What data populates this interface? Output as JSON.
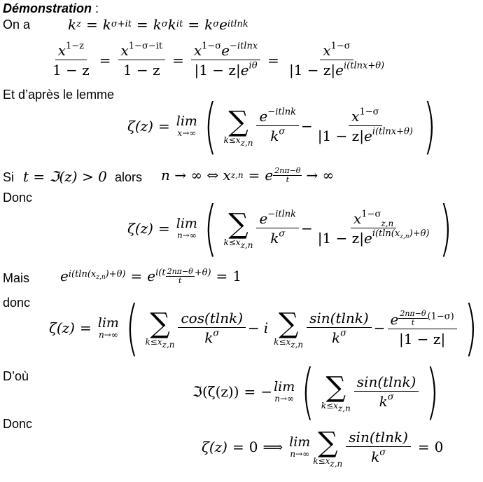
{
  "labels": {
    "title": "Démonstration",
    "title_suffix": " :",
    "on_a": "On a",
    "et_dapres": "Et d’après le lemme",
    "si": "Si",
    "alors": "alors",
    "donc1": "Donc",
    "mais": "Mais",
    "donc2": "donc",
    "dou": "D’où",
    "donc3": "Donc"
  },
  "equations": {
    "eq1": "k^z = k^{σ+it} = k^σ k^{it} = k^σ e^{itlnk}",
    "eq2": "x^{1−z}/(1−z) = x^{1−σ−it}/(1−z) = x^{1−σ} e^{−itlnx}/(|1−z| e^{iθ}) = x^{1−σ}/(|1−z| e^{i(tlnx+θ)})",
    "eq3": "ζ(z) = lim_{x→∞} ( Σ_{k≤x_{z,n}} e^{−itlnk}/k^σ − x^{1−σ}/(|1−z| e^{i(tlnx+θ)}) )",
    "eq4": "t = ℑ(z) > 0 ; n → ∞ ⇔ x_{z,n} = e^{(2nπ−θ)/t} → ∞",
    "eq5": "ζ(z) = lim_{n→∞} ( Σ_{k≤x_{z,n}} e^{−itlnk}/k^σ − x_{z,n}^{1−σ}/(|1−z| e^{i(tln(x_{z,n})+θ)}) )",
    "eq6": "e^{i(tln(x_{z,n})+θ)} = e^{i(t(2nπ−θ)/t+θ)} = 1",
    "eq7": "ζ(z) = lim_{n→∞} ( Σ_{k≤x_{z,n}} cos(tlnk)/k^σ − i Σ_{k≤x_{z,n}} sin(tlnk)/k^σ − e^{((2nπ−θ)/t)(1−σ)}/|1−z| )",
    "eq8": "ℑ(ζ(z)) = −lim_{n→∞} ( Σ_{k≤x_{z,n}} sin(tlnk)/k^σ )",
    "eq9": "ζ(z) = 0 ⟹ lim_{n→∞} Σ_{k≤x_{z,n}} sin(tlnk)/k^σ = 0"
  },
  "tokens": {
    "k": "k",
    "z": "z",
    "eq": "=",
    "minus": "−",
    "sigma": "σ",
    "sigma_plus_it": "σ+it",
    "it": "it",
    "e": "e",
    "itlnk": "itlnk",
    "x": "x",
    "one_minus_z": "1 − z",
    "one_minus_z_abs": "|1 − z|",
    "exp_1mz": "1−z",
    "exp_1msmit": "1−σ−it",
    "exp_1ms": "1−σ",
    "exp_mitlnx": "−itlnx",
    "exp_itheta": "iθ",
    "exp_i_tlnx_theta": "i(tlnx+θ)",
    "zeta_z": "ζ(z)",
    "lim": "lim",
    "x_to_inf": "x→∞",
    "n_to_inf": "n→∞",
    "sum": "∑",
    "k_le_xzn": "k≤x",
    "zn": "z,n",
    "exp_mitlnk": "−itlnk",
    "t_cond": "t = ℑ(z) > 0",
    "n_iff": "n → ∞ ⇔ x",
    "to_inf": "→ ∞",
    "frac_num": "2nπ−θ",
    "frac_den": "t",
    "exp_i_tln_xzn": "i(tln(x",
    "exp_close": ")+θ)",
    "i_open": "i(t",
    "plus_theta": "+θ)",
    "one": "1",
    "i": "i",
    "cos_tlnk": "cos(tlnk)",
    "sin_tlnk": "sin(tlnk)",
    "one_minus_sigma_par": "(1−σ)",
    "im_zeta": "ℑ(ζ(z))",
    "neg": "−",
    "zero": "0",
    "implies": "⟹"
  }
}
